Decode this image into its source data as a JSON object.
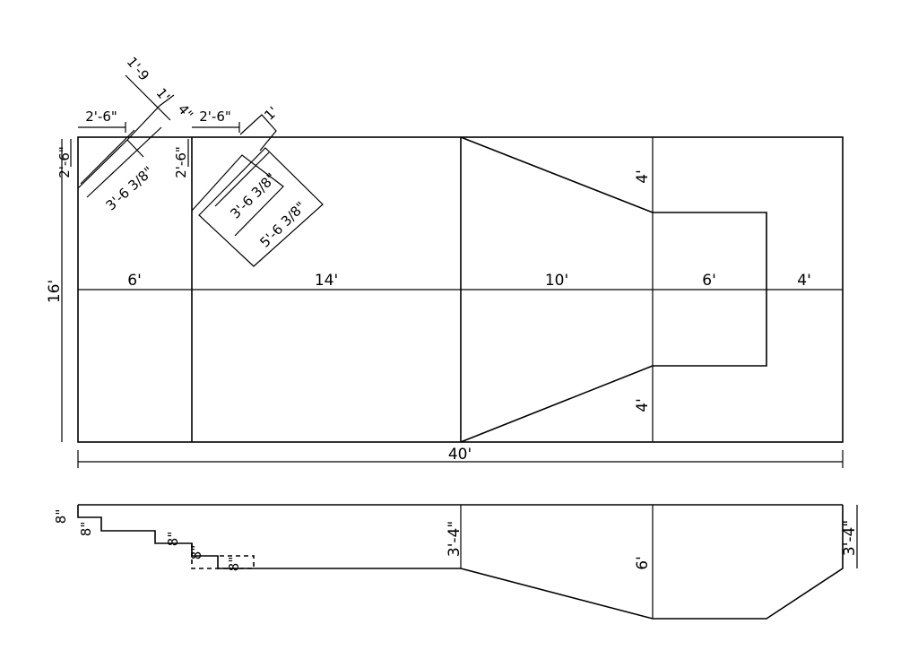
{
  "plan": {
    "dims": {
      "total_length": "40'",
      "width": "16'",
      "seg_shallow": "6'",
      "seg_main": "14'",
      "seg_transition": "10'",
      "seg_well": "6'",
      "seg_end": "4'",
      "well_offset_top": "4'",
      "well_offset_bottom": "4'",
      "step1_side": "2'-6\"",
      "step1_width": "2'-6\"",
      "step1_diag": "3'-6 3/8\"",
      "step1_tread_a": "1'-9",
      "step1_tread_b": "1'",
      "step1_tread_c": "4\"",
      "step2_side": "2'-6\"",
      "step2_width": "2'-6\"",
      "step2_diag_inner": "3'-6 3/8\"",
      "step2_diag_outer": "5'-6 3/8\"",
      "step2_tread": "1'"
    }
  },
  "section": {
    "dims": {
      "step_rise_1": "8\"",
      "step_rise_2": "8\"",
      "step_rise_3": "8\"",
      "step_rise_4": "8\"",
      "step_rise_5": "8\"",
      "shallow_depth": "3'-4\"",
      "deep_depth": "6'",
      "end_depth": "3'-4\""
    }
  }
}
